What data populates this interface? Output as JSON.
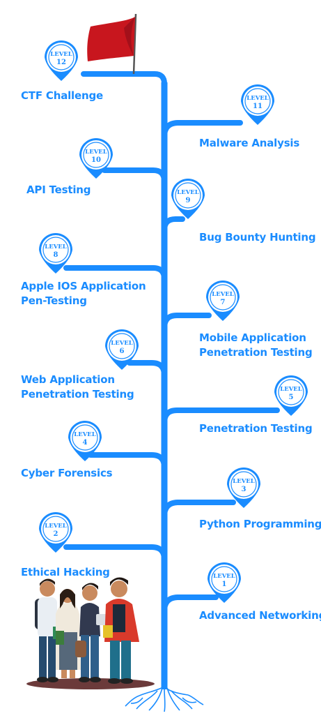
{
  "levels": [
    {
      "word": "LEVEL",
      "num": "1",
      "title": "Advanced Networking",
      "title2": ""
    },
    {
      "word": "LEVEL",
      "num": "2",
      "title": "Ethical Hacking",
      "title2": ""
    },
    {
      "word": "LEVEL",
      "num": "3",
      "title": "Python Programming",
      "title2": ""
    },
    {
      "word": "LEVEL",
      "num": "4",
      "title": "Cyber Forensics",
      "title2": ""
    },
    {
      "word": "LEVEL",
      "num": "5",
      "title": "Penetration Testing",
      "title2": ""
    },
    {
      "word": "LEVEL",
      "num": "6",
      "title": "Web Application",
      "title2": "Penetration Testing"
    },
    {
      "word": "LEVEL",
      "num": "7",
      "title": "Mobile Application",
      "title2": "Penetration Testing"
    },
    {
      "word": "LEVEL",
      "num": "8",
      "title": "Apple IOS Application",
      "title2": "Pen-Testing"
    },
    {
      "word": "LEVEL",
      "num": "9",
      "title": "Bug Bounty Hunting",
      "title2": ""
    },
    {
      "word": "LEVEL",
      "num": "10",
      "title": "API Testing",
      "title2": ""
    },
    {
      "word": "LEVEL",
      "num": "11",
      "title": "Malware Analysis",
      "title2": ""
    },
    {
      "word": "LEVEL",
      "num": "12",
      "title": "CTF Challenge",
      "title2": ""
    }
  ],
  "colors": {
    "accent": "#1a8cff",
    "flag": "#c8161e",
    "skin": "#c98a5e"
  }
}
